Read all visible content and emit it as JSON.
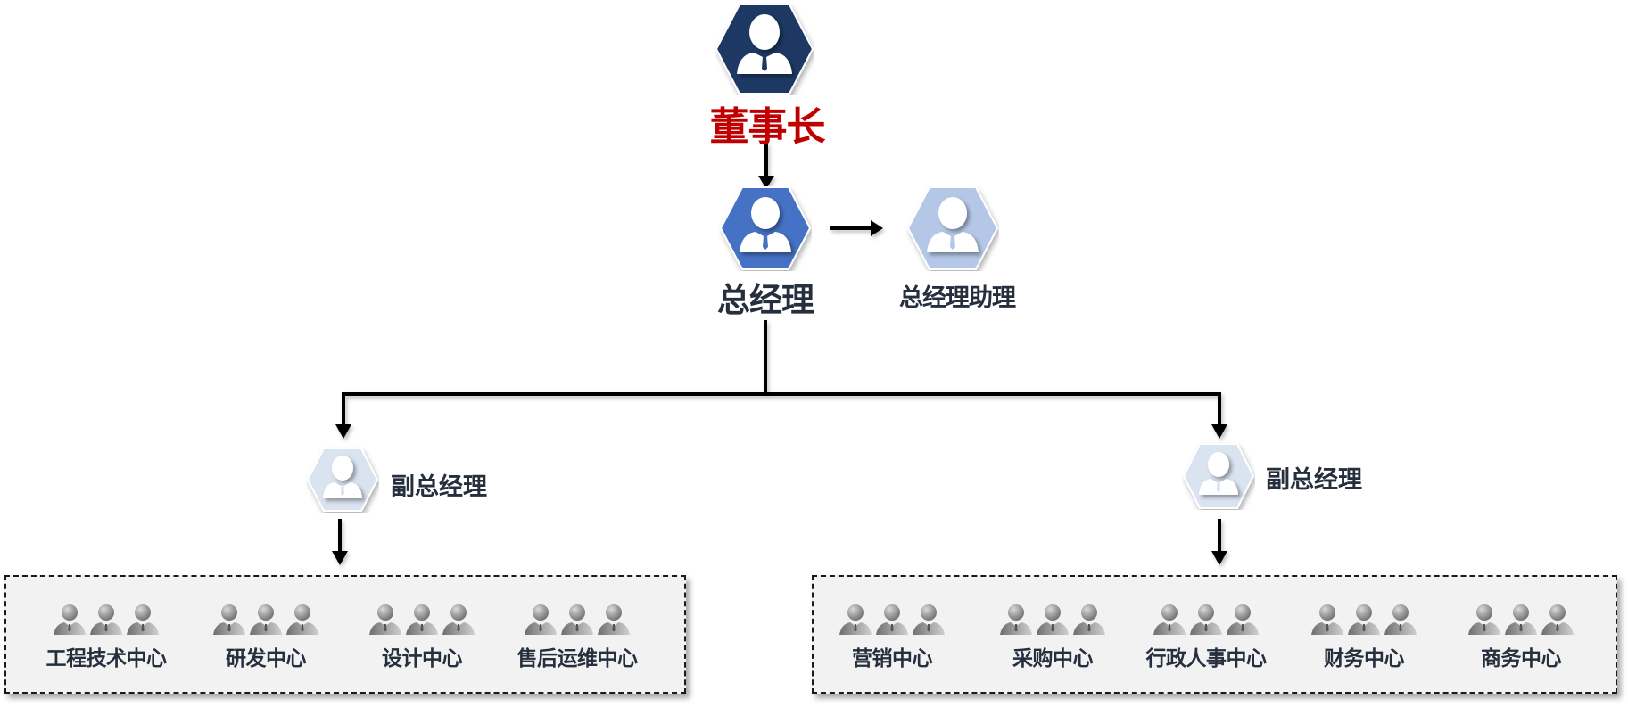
{
  "title": "Organization Chart",
  "colors": {
    "chairman_hex": "#1f3864",
    "gm_hex": "#4472c4",
    "assistant_hex": "#b4c7e7",
    "vp_hex": "#dae3f0",
    "chairman_text": "#c00000",
    "label_text": "#262f3d",
    "dept_box_bg": "#f2f2f2",
    "connector": "#000000"
  },
  "nodes": {
    "chairman": {
      "label": "董事长",
      "icon": "person-icon"
    },
    "general_manager": {
      "label": "总经理",
      "icon": "person-icon"
    },
    "gm_assistant": {
      "label": "总经理助理",
      "icon": "person-icon"
    },
    "vp_left": {
      "label": "副总经理",
      "icon": "person-icon"
    },
    "vp_right": {
      "label": "副总经理",
      "icon": "person-icon"
    }
  },
  "departments_left": [
    {
      "label": "工程技术中心",
      "icon": "people-group-icon"
    },
    {
      "label": "研发中心",
      "icon": "people-group-icon"
    },
    {
      "label": "设计中心",
      "icon": "people-group-icon"
    },
    {
      "label": "售后运维中心",
      "icon": "people-group-icon"
    }
  ],
  "departments_right": [
    {
      "label": "营销中心",
      "icon": "people-group-icon"
    },
    {
      "label": "采购中心",
      "icon": "people-group-icon"
    },
    {
      "label": "行政人事中心",
      "icon": "people-group-icon"
    },
    {
      "label": "财务中心",
      "icon": "people-group-icon"
    },
    {
      "label": "商务中心",
      "icon": "people-group-icon"
    }
  ],
  "edges": [
    {
      "from": "chairman",
      "to": "general_manager"
    },
    {
      "from": "general_manager",
      "to": "gm_assistant"
    },
    {
      "from": "general_manager",
      "to": "vp_left"
    },
    {
      "from": "general_manager",
      "to": "vp_right"
    },
    {
      "from": "vp_left",
      "to": "departments_left"
    },
    {
      "from": "vp_right",
      "to": "departments_right"
    }
  ]
}
